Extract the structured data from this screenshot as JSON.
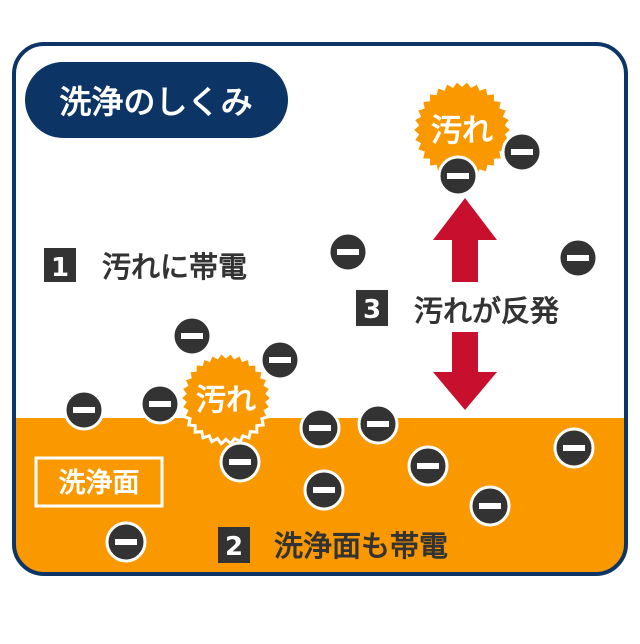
{
  "title": "洗浄のしくみ",
  "steps": [
    {
      "number": "1",
      "label": "汚れに帯電"
    },
    {
      "number": "2",
      "label": "洗浄面も帯電"
    },
    {
      "number": "3",
      "label": "汚れが反発"
    }
  ],
  "surface_label": "洗浄面",
  "dirt_label": "汚れ",
  "charge_symbol": "−",
  "colors": {
    "navy": "#0c3566",
    "orange": "#fa9800",
    "dark_gray": "#333333",
    "arrow_red": "#c8102e",
    "white": "#ffffff"
  }
}
